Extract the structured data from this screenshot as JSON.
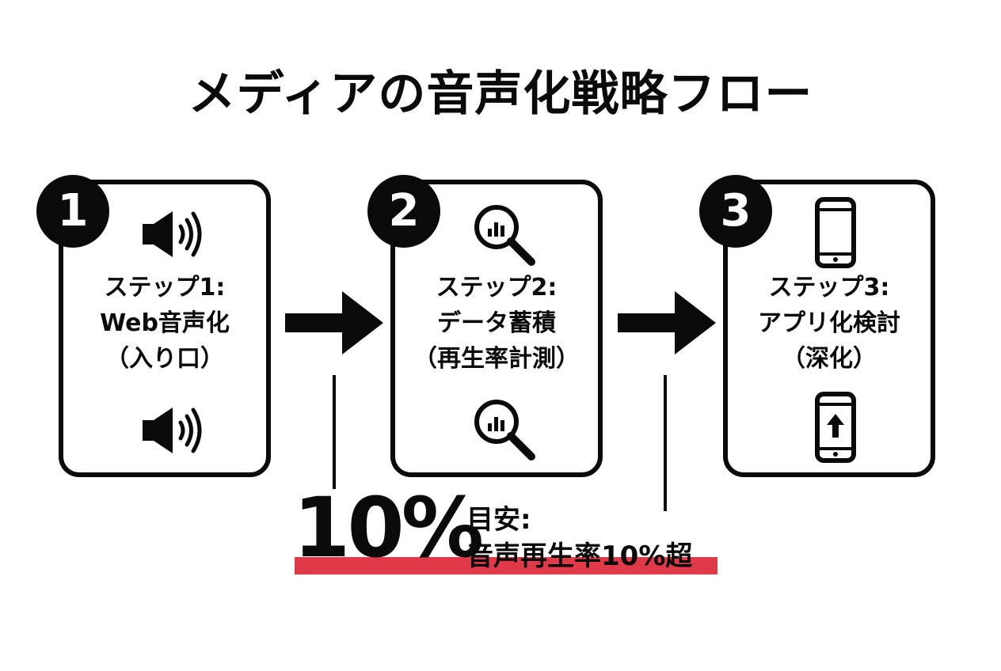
{
  "title": "メディアの音声化戦略フロー",
  "steps": [
    {
      "number": "1",
      "line1": "ステップ1:",
      "line2": "Web音声化",
      "line3": "（入り口）",
      "icons": [
        "speaker-icon",
        "speaker-icon"
      ]
    },
    {
      "number": "2",
      "line1": "ステップ2:",
      "line2": "データ蓄積",
      "line3": "（再生率計測）",
      "icons": [
        "magnifier-chart-icon",
        "magnifier-chart-icon"
      ]
    },
    {
      "number": "3",
      "line1": "ステップ3:",
      "line2": "アプリ化検討",
      "line3": "（深化）",
      "icons": [
        "smartphone-icon",
        "smartphone-upload-icon"
      ]
    }
  ],
  "milestone": {
    "percent": "10%",
    "label_line1": "目安:",
    "label_line2": "音声再生率10%超",
    "highlight_color": "#e03a48"
  }
}
